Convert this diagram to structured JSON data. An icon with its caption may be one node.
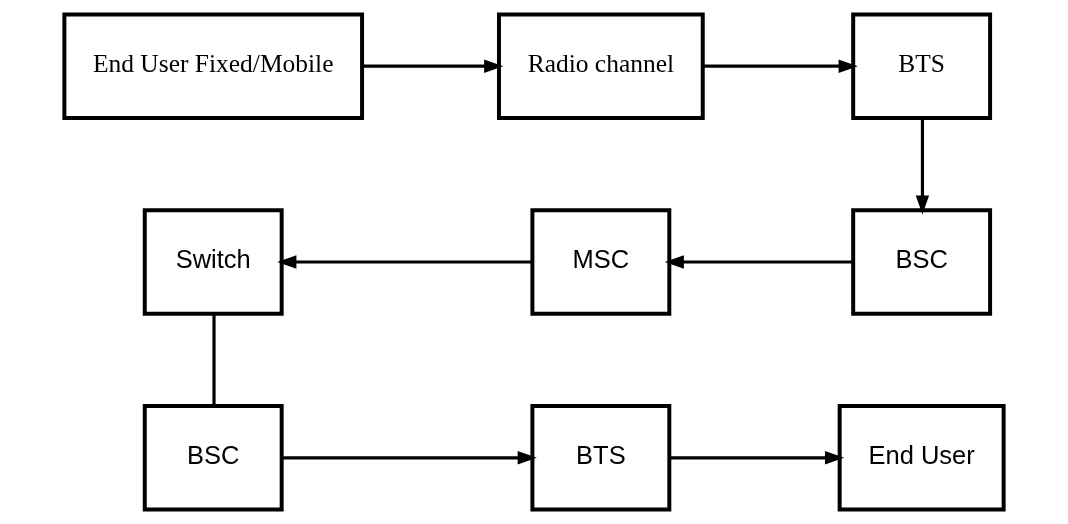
{
  "diagram": {
    "nodes": [
      {
        "text": [
          "End User Fixed/Mobile"
        ]
      },
      {
        "text": [
          "Radio channel"
        ]
      },
      {
        "text": [
          "BTS"
        ]
      },
      {
        "text": [
          "BSC"
        ]
      },
      {
        "text": [
          "MSC"
        ]
      },
      {
        "text": [
          "Switch"
        ]
      },
      {
        "text": [
          "BSC"
        ]
      },
      {
        "text": [
          "BTS"
        ]
      },
      {
        "text": [
          "End User"
        ]
      }
    ],
    "edges": [
      {
        "from": 0,
        "to": 1,
        "arrow": "to"
      },
      {
        "from": 1,
        "to": 2,
        "arrow": "to"
      },
      {
        "from": 2,
        "to": 3,
        "arrow": "to"
      },
      {
        "from": 3,
        "to": 4,
        "arrow": "to"
      },
      {
        "from": 4,
        "to": 5,
        "arrow": "to"
      },
      {
        "from": 5,
        "to": 6,
        "arrow": "none"
      },
      {
        "from": 6,
        "to": 7,
        "arrow": "to"
      },
      {
        "from": 7,
        "to": 8,
        "arrow": "to"
      }
    ]
  }
}
